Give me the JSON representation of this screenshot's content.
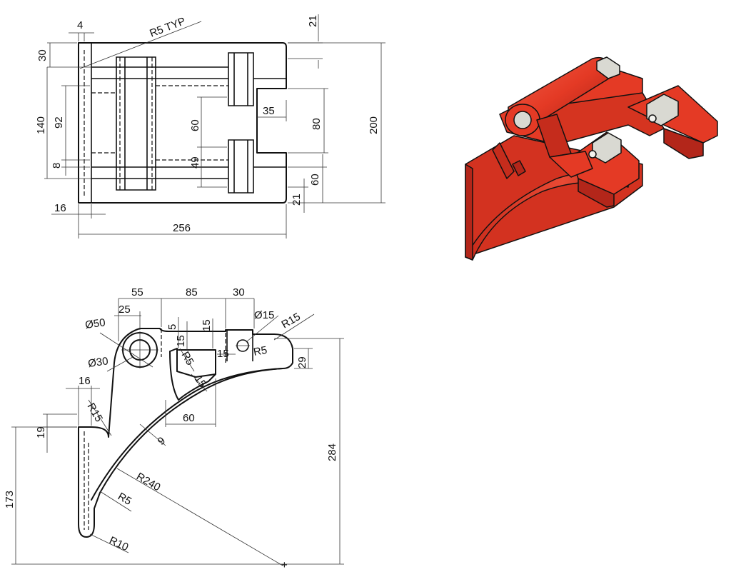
{
  "top_view": {
    "dims": {
      "d4": "4",
      "r5_typ": "R5 TYP",
      "d21_top": "21",
      "d30": "30",
      "d140": "140",
      "d92": "92",
      "d8": "8",
      "d60_inner": "60",
      "d49": "49",
      "d35": "35",
      "d80": "80",
      "d200": "200",
      "d60_right": "60",
      "d21_bottom": "21",
      "d16": "16",
      "d256": "256"
    }
  },
  "front_view": {
    "dims": {
      "d55": "55",
      "d85": "85",
      "d30": "30",
      "d25": "25",
      "phi50": "Ø50",
      "phi30": "Ø30",
      "phi15": "Ø15",
      "r15_top": "R15",
      "d5": "5",
      "d15_a": "15",
      "d15_b": "15",
      "d15_c": "15",
      "d15_d": "15",
      "r5_a": "R5",
      "r5_b": "R5",
      "d29": "29",
      "d16": "16",
      "r15_left": "R15",
      "d19": "19",
      "d60": "60",
      "d9": "9",
      "r240": "R240",
      "r5_c": "R5",
      "r10": "R10",
      "d173": "173",
      "d284": "284"
    },
    "center_mark": "+"
  },
  "iso_view": {
    "body_color": "#e43a25",
    "shade_color": "#b3261a",
    "bearing_color": "#d9d9d2"
  }
}
